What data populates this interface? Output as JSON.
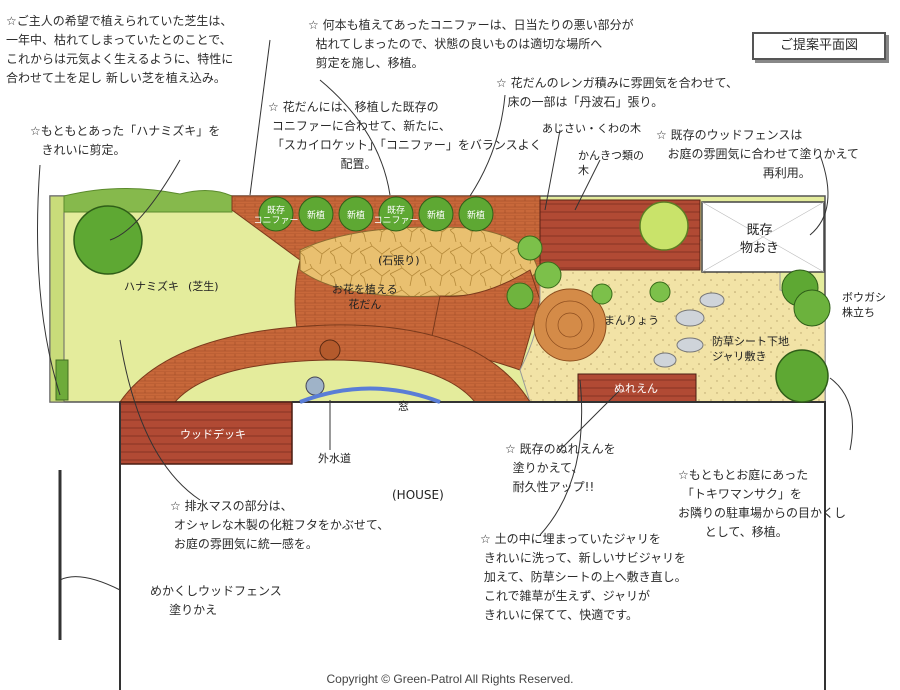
{
  "title": "ご提案平面図",
  "copyright": "Copyright © Green-Patrol All Rights Reserved.",
  "colors": {
    "lawn": "#e4ec9c",
    "brick": "#c8683a",
    "path": "#e9c070",
    "gravel": "#f2e3a6",
    "wood": "#b14a34",
    "tree": "#5ea833"
  },
  "notes": {
    "lawn": "☆ご主人の希望で植えられていた芝生は、\n一年中、枯れてしまっていたとのことで、\nこれからは元気よく生えるように、特性に\n合わせて土を足し 新しい芝を植え込み。",
    "conifer": "☆ 何本も植えてあったコニファーは、日当たりの悪い部分が\n  枯れてしまったので、状態の良いものは適切な場所へ\n  剪定を施し、移植。",
    "brick": "☆ 花だんのレンガ積みに雰囲気を合わせて、\n   床の一部は「丹波石」張り。",
    "dogwood": "☆もともとあった「ハナミズキ」を\n   きれいに剪定。",
    "flowerbed": "☆ 花だんには、移植した既存の\n コニファーに合わせて、新たに、\n 「スカイロケット」「コニファー」をバランスよく\n                   配置。",
    "fence": "☆ 既存のウッドフェンスは\n   お庭の雰囲気に合わせて塗りかえて\n                            再利用。",
    "drain": "☆ 排水マスの部分は、\n オシャレな木製の化粧フタをかぶせて、\n お庭の雰囲気に統一感を。",
    "engawa": "☆ 既存のぬれえんを\n  塗りかえて、\n  耐久性アップ!!",
    "holly": "☆もともとお庭にあった\n 「トキワマンサク」を\nお隣りの駐車場からの目かくし\n       として、移植。",
    "gravel": "☆ 土の中に埋まっていたジャリを\n きれいに洗って、新しいサビジャリを\n 加えて、防草シートの上へ敷き直し。\n これで雑草が生えず、ジャリが\n きれいに保てて、快適です。",
    "screen_fence": "めかくしウッドフェンス\n     塗りかえ"
  },
  "labels": {
    "dogwood": "ハナミズキ",
    "lawn": "(芝生)",
    "stone": "(石張り)",
    "flowerbed": "お花を植える\n花だん",
    "deck": "ウッドデッキ",
    "window": "窓",
    "house": "(HOUSE)",
    "faucet": "外水道",
    "engawa": "ぬれえん",
    "sheet": "防草シート下地\nジャリ敷き",
    "storage": "既存\n物おき",
    "citrus": "かんきつ類の\n木",
    "hydrangea": "あじさい・くわの木",
    "manryo": "まんりょう",
    "boxwood": "ボウガシ\n株立ち"
  },
  "trees": [
    {
      "label": "既存\nコニファー"
    },
    {
      "label": "新植"
    },
    {
      "label": "新植"
    },
    {
      "label": "既存\nコニファー"
    },
    {
      "label": "新植"
    },
    {
      "label": "新植"
    }
  ]
}
